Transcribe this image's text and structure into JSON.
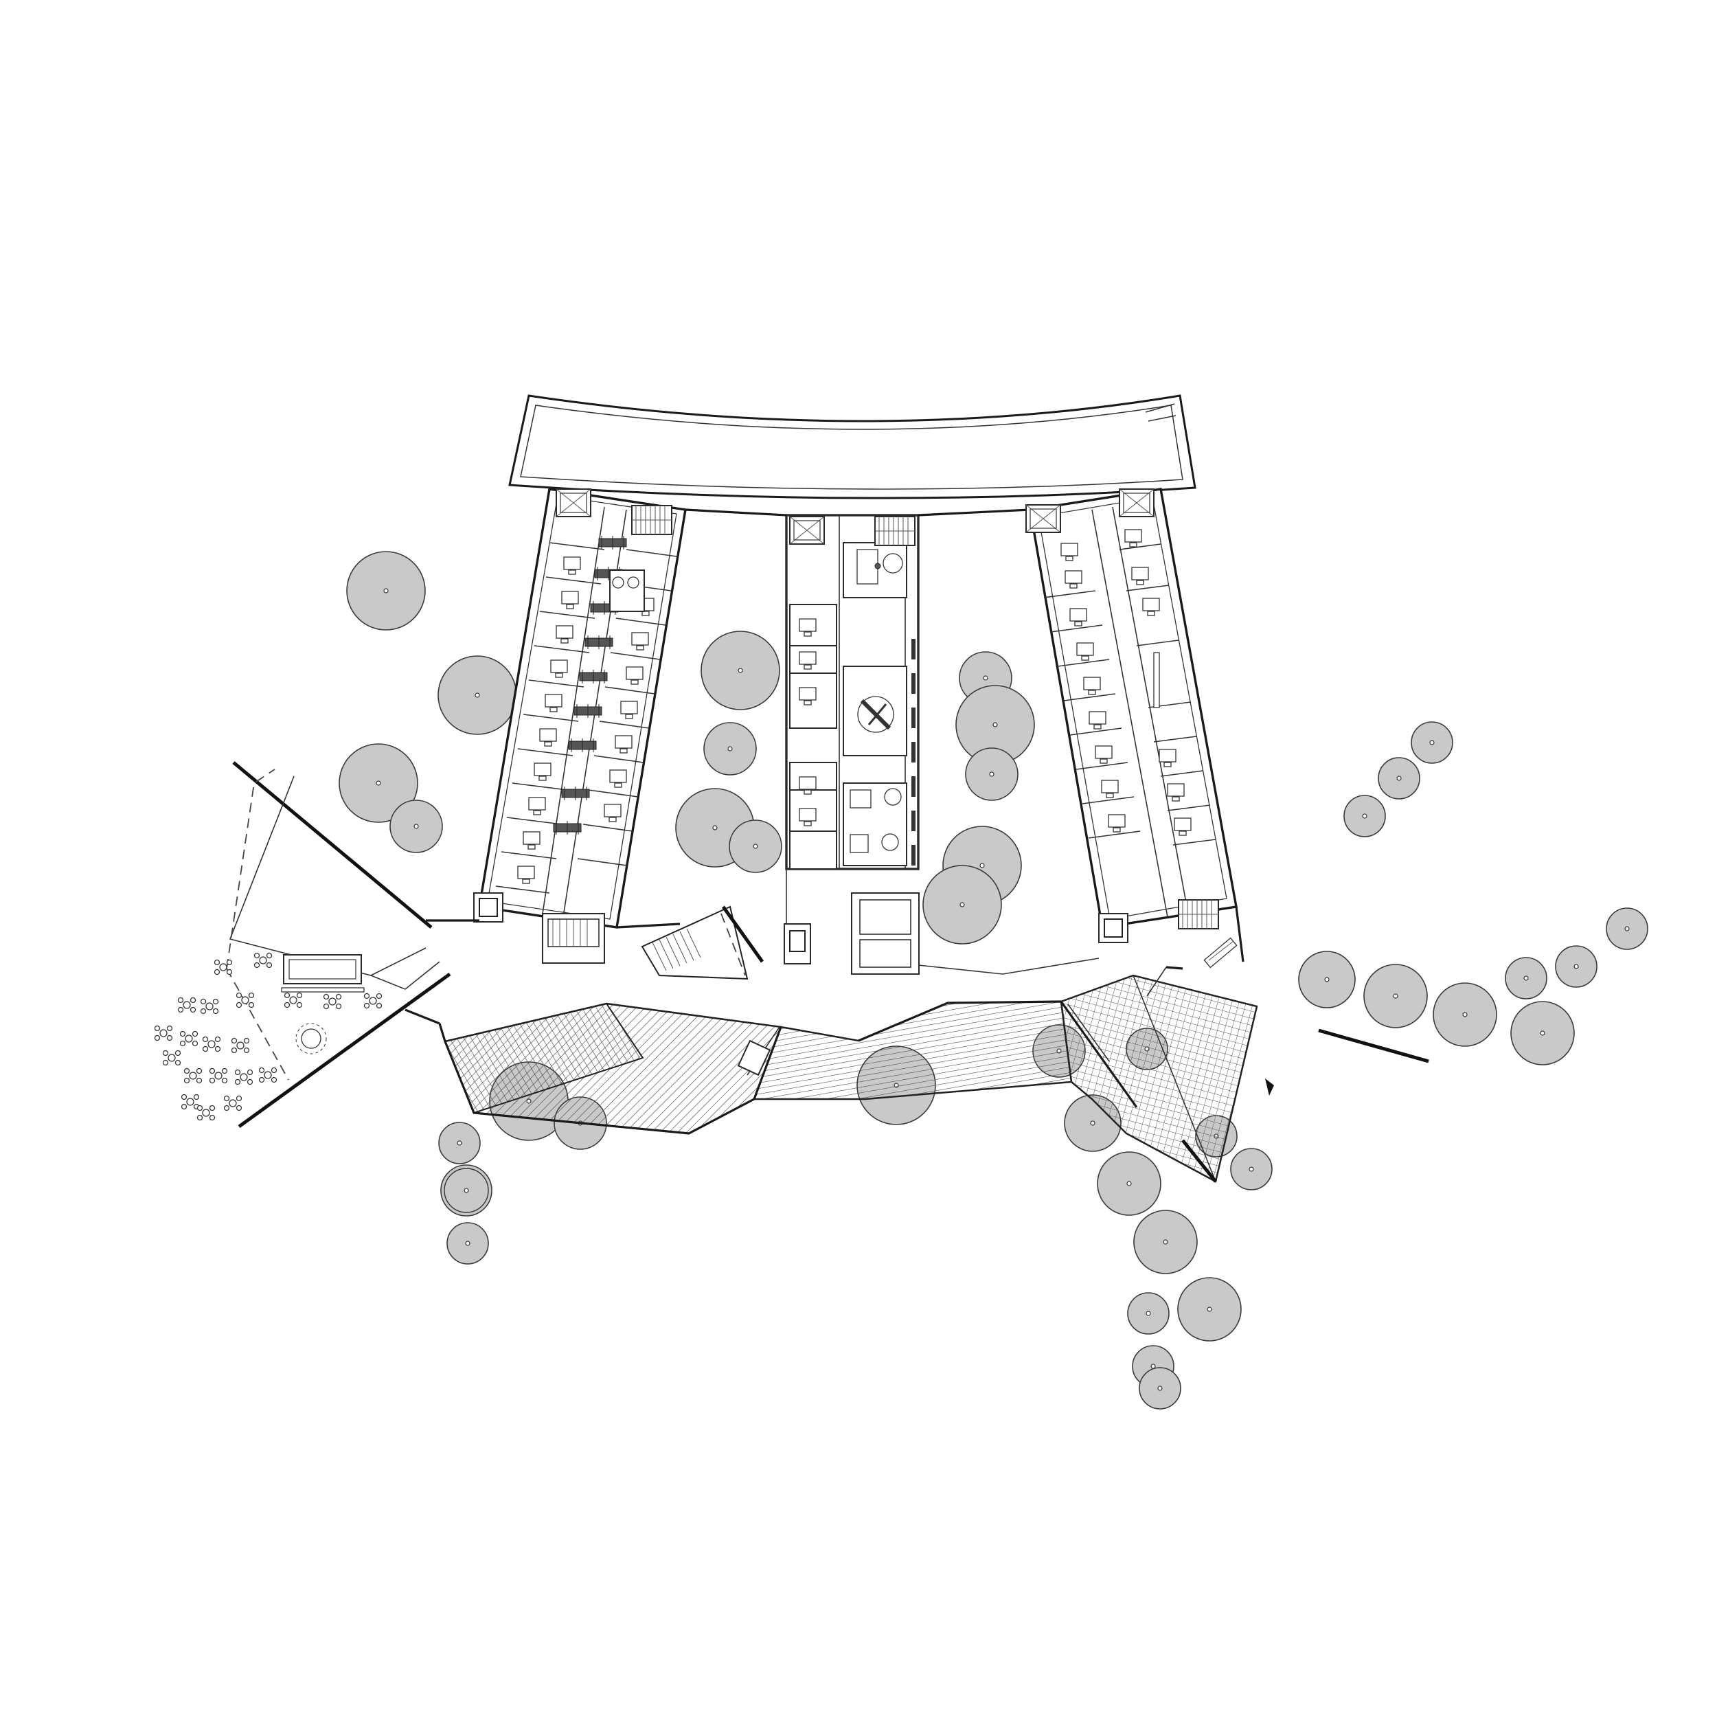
{
  "drawing": {
    "type": "architectural-site-plan",
    "colors": {
      "background": "#ffffff",
      "line": "#1a1a1a",
      "tree_fill": "#c9c9c9",
      "hatch": "#4a4a4a"
    },
    "elements": [
      "curved-canopy",
      "west-office-wing",
      "central-service-wing",
      "east-office-wing",
      "folded-hatched-canopy",
      "terrace-seating-area",
      "trees"
    ]
  }
}
